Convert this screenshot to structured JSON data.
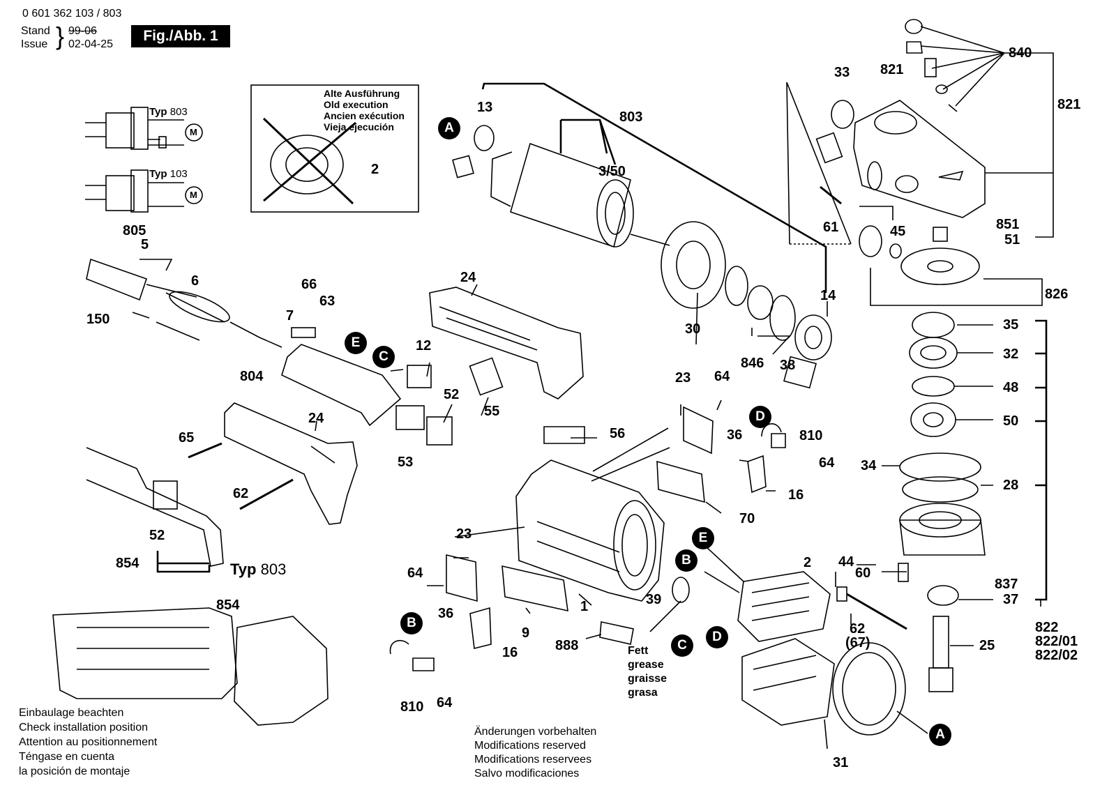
{
  "header": {
    "part_number": "0 601 362 103 / 803",
    "stand_label": "Stand",
    "stand_value": "99-06",
    "issue_label": "Issue",
    "issue_value": "02-04-25",
    "figure_label": "Fig./Abb. 1"
  },
  "old_execution": [
    "Alte Ausführung",
    "Old execution",
    "Ancien exécution",
    "Vieja ejecución"
  ],
  "wiring": {
    "typ_label": "Typ",
    "typ_top": "803",
    "typ_bottom": "103",
    "motor": "M"
  },
  "typ_803_label": "Typ",
  "typ_803_value": "803",
  "install_note": [
    "Einbaulage beachten",
    "Check installation position",
    "Attention au positionnement",
    "Téngase en cuenta",
    "la posición de montaje"
  ],
  "modification_note": [
    "Änderungen vorbehalten",
    "Modifications reserved",
    "Modifications reservees",
    "Salvo modificaciones"
  ],
  "grease_note": [
    "Fett",
    "grease",
    "graisse",
    "grasa"
  ],
  "reference_markers": [
    "A",
    "B",
    "C",
    "D",
    "E"
  ],
  "part_labels": {
    "p805": "805",
    "p5": "5",
    "p6": "6",
    "p150": "150",
    "p804": "804",
    "p7": "7",
    "p66": "66",
    "p63": "63",
    "p12": "12",
    "p24a": "24",
    "p24b": "24",
    "p52a": "52",
    "p52b": "52",
    "p53": "53",
    "p55": "55",
    "p65": "65",
    "p62a": "62",
    "p854a": "854",
    "p854b": "854",
    "p13": "13",
    "p803": "803",
    "p3_50": "3/50",
    "p14": "14",
    "p30": "30",
    "p846": "846",
    "p38": "38",
    "p2a": "2",
    "p2b": "2",
    "p23a": "23",
    "p23b": "23",
    "p64a": "64",
    "p64b": "64",
    "p64c": "64",
    "p64d": "64",
    "p36a": "36",
    "p36b": "36",
    "p810a": "810",
    "p810b": "810",
    "p16a": "16",
    "p16b": "16",
    "p56": "56",
    "p70": "70",
    "p1": "1",
    "p9": "9",
    "p888": "888",
    "p39": "39",
    "p44": "44",
    "p62b": "62",
    "p67": "(67)",
    "p31": "31",
    "p33": "33",
    "p821a": "821",
    "p840": "840",
    "p821b": "821",
    "p61": "61",
    "p45": "45",
    "p851": "851",
    "p51": "51",
    "p826": "826",
    "p35": "35",
    "p32": "32",
    "p48": "48",
    "p50": "50",
    "p34": "34",
    "p28": "28",
    "p60": "60",
    "p837": "837",
    "p37": "37",
    "p25": "25",
    "p822": "822",
    "p822_01": "822/01",
    "p822_02": "822/02"
  }
}
